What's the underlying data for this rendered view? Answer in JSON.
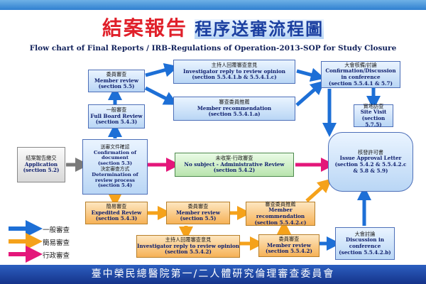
{
  "title": {
    "part1": "結案報告",
    "part2": "程序送審流程圖"
  },
  "subtitle": "Flow chart of Final Reports / IRB-Regulations of Operation-2013-SOP for Study Closure",
  "footer": "臺中榮民總醫院第一/二人體研究倫理審查委員會",
  "boxes": {
    "application": {
      "cn": "結案報告繳交",
      "en": "Application",
      "sec": "(section 5.2)"
    },
    "member_review_top": {
      "cn": "委員審查",
      "en": "Member review",
      "sec": "(section 5.5)"
    },
    "full_board": {
      "cn": "一般審查",
      "en": "Full Board Review",
      "sec": "(section 5.4.3)"
    },
    "confirm": {
      "cn1": "送審文件確認",
      "en1a": "Confirmation of",
      "en1b": "document",
      "sec1": "(section 5.3)",
      "cn2": "決定審查方式",
      "en2a": "Determination of",
      "en2b": "review process",
      "sec2": "(section 5.4)"
    },
    "investigator_reply_top": {
      "cn": "主持人回覆審查意見",
      "en": "Investigator reply to review opinion",
      "sec": "(section 5.5.4.1.b & 5.5.4.1.c)"
    },
    "member_rec_top": {
      "cn": "審查委員推薦",
      "en": "Member recommendation",
      "sec": "(section 5.5.4.1.a)"
    },
    "conference_top": {
      "cn": "大會核備/討論",
      "en1": "Confirmation/Discussion",
      "en2": "in conference",
      "sec": "(section 5.5.4.1 & 5.7)"
    },
    "site_visit": {
      "cn": "實地訪查",
      "en": "Site Visit",
      "sec": "(section 5.7.5)"
    },
    "admin_review": {
      "cn": "未收案-行政審查",
      "en": "No subject - Administrative Review",
      "sec": "(section 5.4.2)"
    },
    "issue_letter": {
      "cn": "核發許可書",
      "en": "Issue Approval Letter",
      "sec1": "(section 5.4.2 & 5.5.4.2.c",
      "sec2": "& 5.8 & 5.9)"
    },
    "expedited": {
      "cn": "簡易審查",
      "en": "Expedited Review",
      "sec": "(section 5.4.3)"
    },
    "member_review_exp": {
      "cn": "委員審查",
      "en": "Member review",
      "sec": "(section 5.5)"
    },
    "member_rec_exp": {
      "cn": "審查委員推薦",
      "en": "Member recommendation",
      "sec": "(section 5.5.4.2.c)"
    },
    "investigator_reply_exp": {
      "cn": "主持人回覆審查意見",
      "en": "Investigator reply to review opinion",
      "sec": "(section 5.5.4.2)"
    },
    "member_review_exp2": {
      "cn": "委員審查",
      "en": "Member review",
      "sec": "(section 5.5.4.2)"
    },
    "conference_exp": {
      "cn": "大會討論",
      "en1": "Discussion in",
      "en2": "conference",
      "sec": "(section 5.5.4.2.b)"
    }
  },
  "legend": {
    "general": "一般審查",
    "expedited": "簡易審查",
    "admin": "行政審查"
  },
  "colors": {
    "general": "#1d6fd6",
    "expedited": "#f5a21b",
    "admin": "#e4177a",
    "grey": "#7a7a7a"
  }
}
